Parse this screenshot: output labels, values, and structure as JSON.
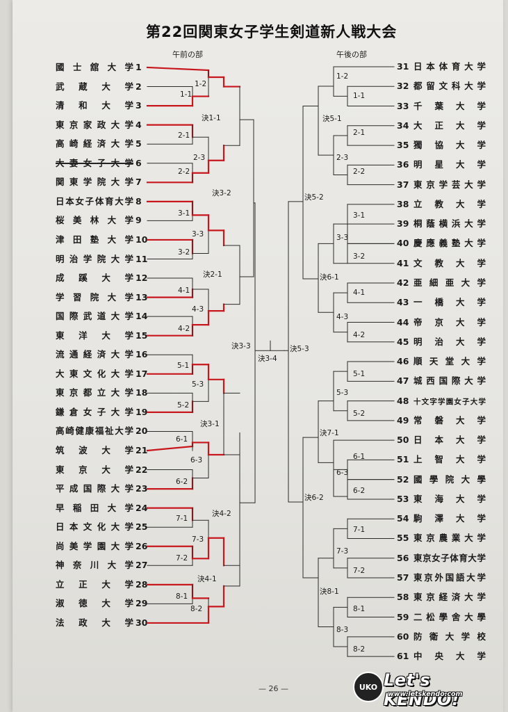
{
  "title": "第22回関東女子学生剣道新人戦大会",
  "sections": {
    "morning": "午前の部",
    "afternoon": "午後の部"
  },
  "left_teams": [
    {
      "no": "1",
      "name": "國士舘大学"
    },
    {
      "no": "2",
      "name": "武蔵大学"
    },
    {
      "no": "3",
      "name": "清和大学"
    },
    {
      "no": "4",
      "name": "東京家政大学"
    },
    {
      "no": "5",
      "name": "高崎経済大学"
    },
    {
      "no": "6",
      "name": "大妻女子大学"
    },
    {
      "no": "7",
      "name": "関東学院大学"
    },
    {
      "no": "8",
      "name": "日本女子体育大学"
    },
    {
      "no": "9",
      "name": "桜美林大学"
    },
    {
      "no": "10",
      "name": "津田塾大学"
    },
    {
      "no": "11",
      "name": "明治学院大学"
    },
    {
      "no": "12",
      "name": "成蹊大学"
    },
    {
      "no": "13",
      "name": "学習院大学"
    },
    {
      "no": "14",
      "name": "国際武道大学"
    },
    {
      "no": "15",
      "name": "東洋大学"
    },
    {
      "no": "16",
      "name": "流通経済大学"
    },
    {
      "no": "17",
      "name": "大東文化大学"
    },
    {
      "no": "18",
      "name": "東京都立大学"
    },
    {
      "no": "19",
      "name": "鎌倉女子大学"
    },
    {
      "no": "20",
      "name": "高崎健康福祉大学"
    },
    {
      "no": "21",
      "name": "筑波大学"
    },
    {
      "no": "22",
      "name": "東京大学"
    },
    {
      "no": "23",
      "name": "平成国際大学"
    },
    {
      "no": "24",
      "name": "早稲田大学"
    },
    {
      "no": "25",
      "name": "日本文化大学"
    },
    {
      "no": "26",
      "name": "尚美学園大学"
    },
    {
      "no": "27",
      "name": "神奈川大学"
    },
    {
      "no": "28",
      "name": "立正大学"
    },
    {
      "no": "29",
      "name": "淑徳大学"
    },
    {
      "no": "30",
      "name": "法政大学"
    }
  ],
  "right_teams": [
    {
      "no": "31",
      "name": "日本体育大学"
    },
    {
      "no": "32",
      "name": "都留文科大学"
    },
    {
      "no": "33",
      "name": "千葉大学"
    },
    {
      "no": "34",
      "name": "大正大学"
    },
    {
      "no": "35",
      "name": "獨協大学"
    },
    {
      "no": "36",
      "name": "明星大学"
    },
    {
      "no": "37",
      "name": "東京学芸大学"
    },
    {
      "no": "38",
      "name": "立教大学"
    },
    {
      "no": "39",
      "name": "桐蔭横浜大学"
    },
    {
      "no": "40",
      "name": "慶應義塾大学"
    },
    {
      "no": "41",
      "name": "文教大学"
    },
    {
      "no": "42",
      "name": "亜細亜大学"
    },
    {
      "no": "43",
      "name": "一橋大学"
    },
    {
      "no": "44",
      "name": "帝京大学"
    },
    {
      "no": "45",
      "name": "明治大学"
    },
    {
      "no": "46",
      "name": "順天堂大学"
    },
    {
      "no": "47",
      "name": "城西国際大学"
    },
    {
      "no": "48",
      "name": "十文字学園女子大学"
    },
    {
      "no": "49",
      "name": "常磐大学"
    },
    {
      "no": "50",
      "name": "日本大学"
    },
    {
      "no": "51",
      "name": "上智大学"
    },
    {
      "no": "52",
      "name": "國學院大學"
    },
    {
      "no": "53",
      "name": "東海大学"
    },
    {
      "no": "54",
      "name": "駒澤大学"
    },
    {
      "no": "55",
      "name": "東京農業大学"
    },
    {
      "no": "56",
      "name": "東京女子体育大学"
    },
    {
      "no": "57",
      "name": "東京外国語大学"
    },
    {
      "no": "58",
      "name": "東京経済大学"
    },
    {
      "no": "59",
      "name": "二松學舍大學"
    },
    {
      "no": "60",
      "name": "防衛大学校"
    },
    {
      "no": "61",
      "name": "中央大学"
    }
  ],
  "match_labels": {
    "m1_2": "1-2",
    "m1_1": "1-1",
    "m2_1": "2-1",
    "m2_3": "2-3",
    "m2_2": "2-2",
    "m3_1": "3-1",
    "m3_3": "3-3",
    "m3_2": "3-2",
    "m4_1": "4-1",
    "m4_3": "4-3",
    "m4_2": "4-2",
    "m5_1": "5-1",
    "m5_3": "5-3",
    "m5_2": "5-2",
    "m6_1": "6-1",
    "m6_3": "6-3",
    "m6_2": "6-2",
    "m7_1": "7-1",
    "m7_3": "7-3",
    "m7_2": "7-2",
    "m8_1": "8-1",
    "m8_2": "8-2",
    "k1_1": "決1-1",
    "k3_2": "決3-2",
    "k2_1": "決2-1",
    "k3_3": "決3-3",
    "k3_4": "決3-4",
    "k5_3": "決5-3",
    "k3_1": "決3-1",
    "k4_2": "決4-2",
    "k4_1": "決4-1",
    "r1_2": "1-2",
    "r1_1": "1-1",
    "r2_1": "2-1",
    "r2_3": "2-3",
    "r2_2": "2-2",
    "r3_1": "3-1",
    "r3_3": "3-3",
    "r3_2": "3-2",
    "r4_1": "4-1",
    "r4_3": "4-3",
    "r4_2": "4-2",
    "r5_1": "5-1",
    "r5_3": "5-3",
    "r5_2": "5-2",
    "r6_1": "6-1",
    "r6_3": "6-3",
    "r6_2": "6-2",
    "r7_1": "7-1",
    "r7_3": "7-3",
    "r7_2": "7-2",
    "r8_1": "8-1",
    "r8_3": "8-3",
    "r8_2": "8-2",
    "rk5_1": "決5-1",
    "rk5_2": "決5-2",
    "rk6_1": "決6-1",
    "rk7_1": "決7-1",
    "rk6_2": "決6-2",
    "rk8_1": "決8-1"
  },
  "page_number": "— 26 —",
  "logo": {
    "badge": "UKO",
    "main": "Let's KENDO!",
    "url": "www.letskendo.com"
  },
  "colors": {
    "ink": "#2a2a2a",
    "winner": "#c8161d"
  }
}
